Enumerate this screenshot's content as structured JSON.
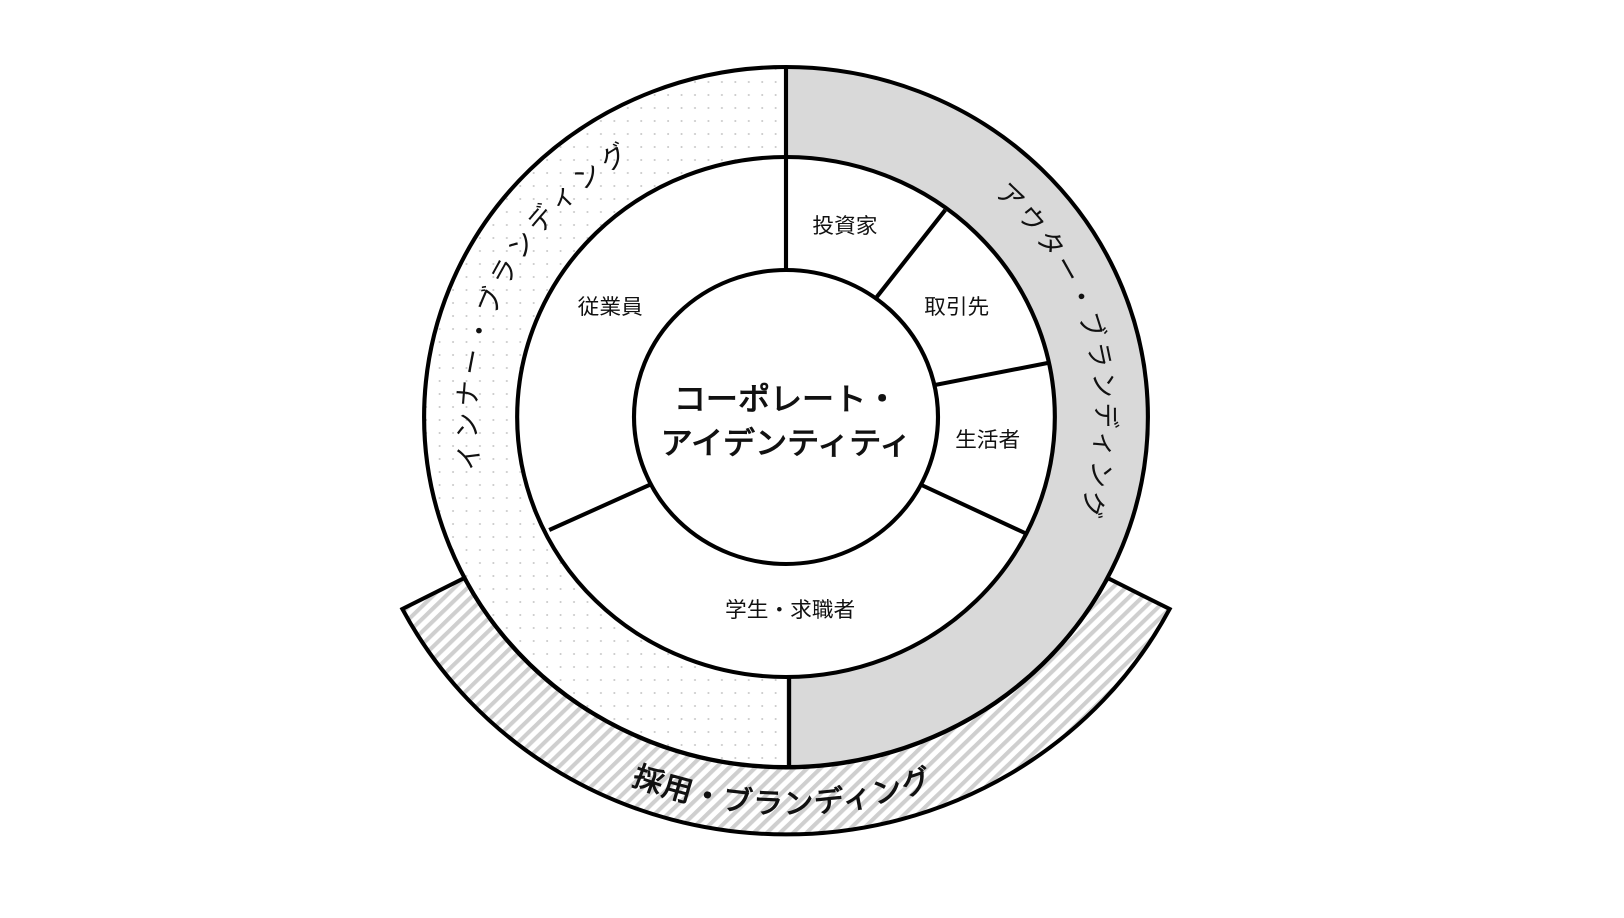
{
  "center": {
    "line1": "コーポレート・",
    "line2": "アイデンティティ"
  },
  "segments": {
    "employees": "従業員",
    "investors": "投資家",
    "partners": "取引先",
    "consumers": "生活者",
    "students": "学生・求職者"
  },
  "rings": {
    "inner_branding": "インナー・ブランディング",
    "outer_branding": "アウター・ブランディング",
    "recruit_branding": "採用・ブランディング"
  },
  "colors": {
    "outer_fill": "#d9d9d9",
    "hatch": "#cfcfcf",
    "dots": "#c8c8c8",
    "stroke": "#000000"
  }
}
